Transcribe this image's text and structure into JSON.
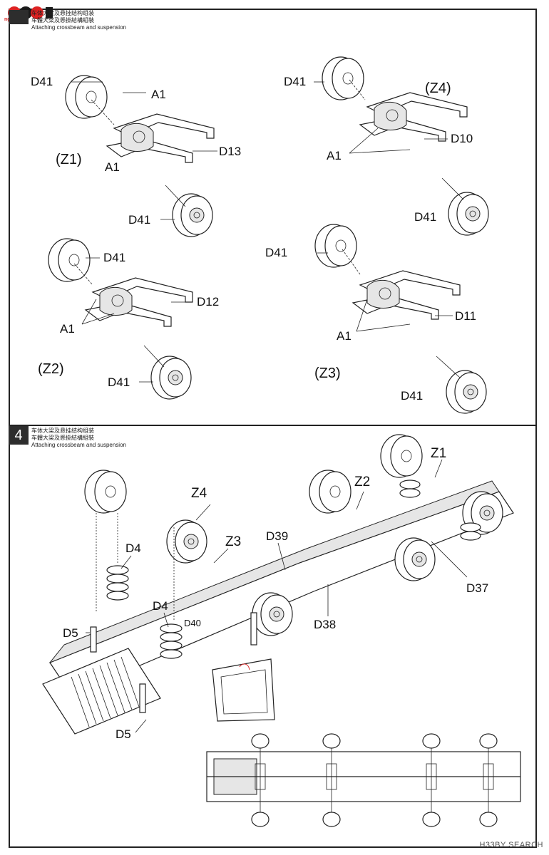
{
  "header_logo": {
    "text": "ngo.com",
    "brand_color": "#d22"
  },
  "steps": [
    {
      "number": "",
      "caption_lines": [
        "车体大梁及悬挂结构组装",
        "车體大梁及懸掛結構組裝",
        "Attaching crossbeam and suspension"
      ]
    },
    {
      "number": "4",
      "caption_lines": [
        "车体大梁及悬挂结构组装",
        "车體大梁及懸掛結構組裝",
        "Attaching crossbeam and suspension"
      ]
    }
  ],
  "sub_assemblies": {
    "z1": {
      "group": "(Z1)",
      "parts": [
        "D41",
        "A1",
        "D13",
        "A1",
        "D41"
      ]
    },
    "z4": {
      "group": "(Z4)",
      "parts": [
        "D41",
        "D10",
        "A1",
        "D41"
      ]
    },
    "z2": {
      "group": "(Z2)",
      "parts": [
        "D41",
        "D12",
        "A1",
        "D41"
      ]
    },
    "z3": {
      "group": "(Z3)",
      "parts": [
        "D41",
        "D11",
        "A1",
        "D41"
      ]
    }
  },
  "main_assembly": {
    "labels": [
      "Z1",
      "Z2",
      "Z4",
      "Z3",
      "D39",
      "D37",
      "D4",
      "D4",
      "D40",
      "D38",
      "D5",
      "D5"
    ]
  },
  "watermark": "H33BY SEARCH"
}
